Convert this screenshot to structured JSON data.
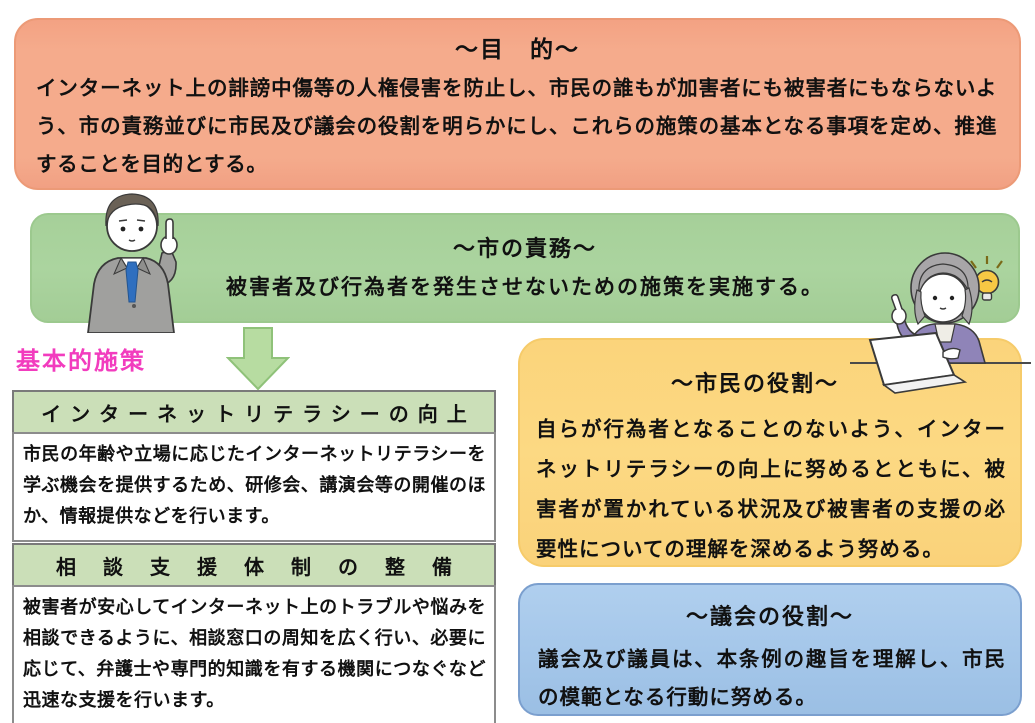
{
  "purpose_box": {
    "title": "～目　的～",
    "body": "インターネット上の誹謗中傷等の人権侵害を防止し、市民の誰もが加害者にも被害者にもならないよう、市の責務並びに市民及び議会の役割を明らかにし、これらの施策の基本となる事項を定め、推進することを目的とする。"
  },
  "city_duty_box": {
    "title": "～市の責務～",
    "body": "被害者及び行為者を発生させないための施策を実施する。"
  },
  "basic_measures": {
    "label": "基本的施策",
    "items": [
      {
        "heading": "インターネットリテラシーの向上",
        "body": "市民の年齢や立場に応じたインターネットリテラシーを学ぶ機会を提供するため、研修会、講演会等の開催のほか、情報提供などを行います。"
      },
      {
        "heading": "相談支援体制の整備",
        "body": "被害者が安心してインターネット上のトラブルや悩みを相談できるように、相談窓口の周知を広く行い、必要に応じて、弁護士や専門的知識を有する機関につなぐなど迅速な支援を行います。"
      }
    ]
  },
  "citizen_role_box": {
    "title": "～市民の役割～",
    "body": "自らが行為者となることのないよう、インターネットリテラシーの向上に努めるとともに、被害者が置かれている状況及び被害者の支援の必要性についての理解を深めるよう努める。"
  },
  "council_role_box": {
    "title": "～議会の役割～",
    "body": "議会及び議員は、本条例の趣旨を理解し、市民の模範となる行動に努める。"
  },
  "illustrations": {
    "man": "businessman-pointing-illustration",
    "woman": "woman-with-laptop-illustration",
    "lightbulb": "lightbulb-idea-icon",
    "arrow": "green-down-arrow"
  },
  "colors": {
    "purpose_bg": "#f5ab8c",
    "duty_bg": "#abd49f",
    "measure_header_bg": "#cbdfb8",
    "citizen_bg": "#fcd983",
    "council_bg": "#a5c7ea",
    "label_pink": "#f23cbe",
    "arrow_green": "#b7dca1"
  }
}
